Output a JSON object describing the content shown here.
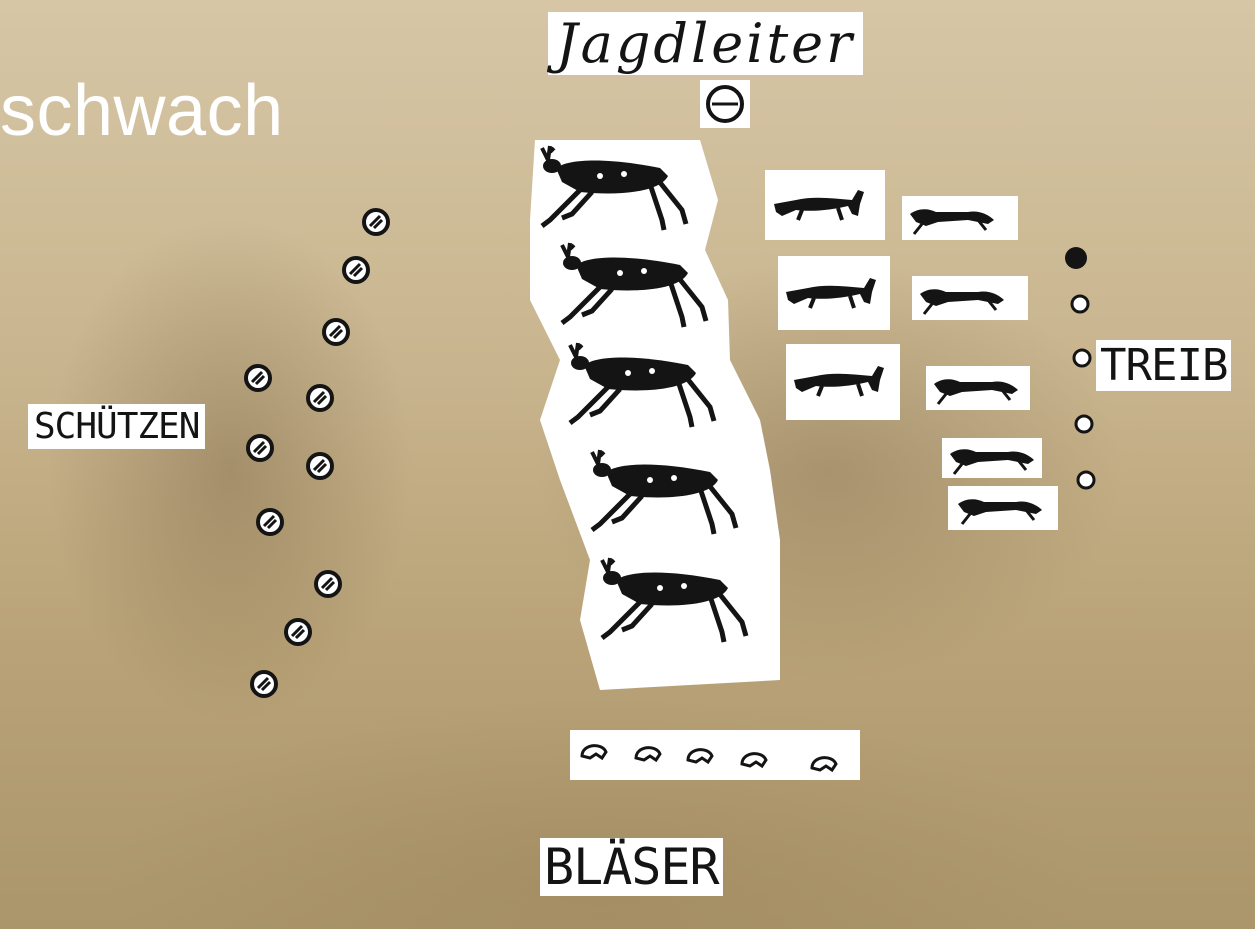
{
  "slide": {
    "title": "schwach"
  },
  "sketch": {
    "labels": {
      "hunt_leader": "Jagdleiter",
      "shooters": "SCHÜTZEN",
      "drivers": "TREIB",
      "horn_blowers": "BLÄSER"
    },
    "colors": {
      "background": "#c7b48e",
      "ink": "#141414",
      "paper": "#ffffff",
      "title_text": "#ffffff"
    },
    "figures": {
      "deer_count": 5,
      "shooter_markers": 11,
      "hound_count": 8,
      "driver_markers": 5,
      "horn_blower_markers": 5,
      "leader_markers": 1
    }
  }
}
